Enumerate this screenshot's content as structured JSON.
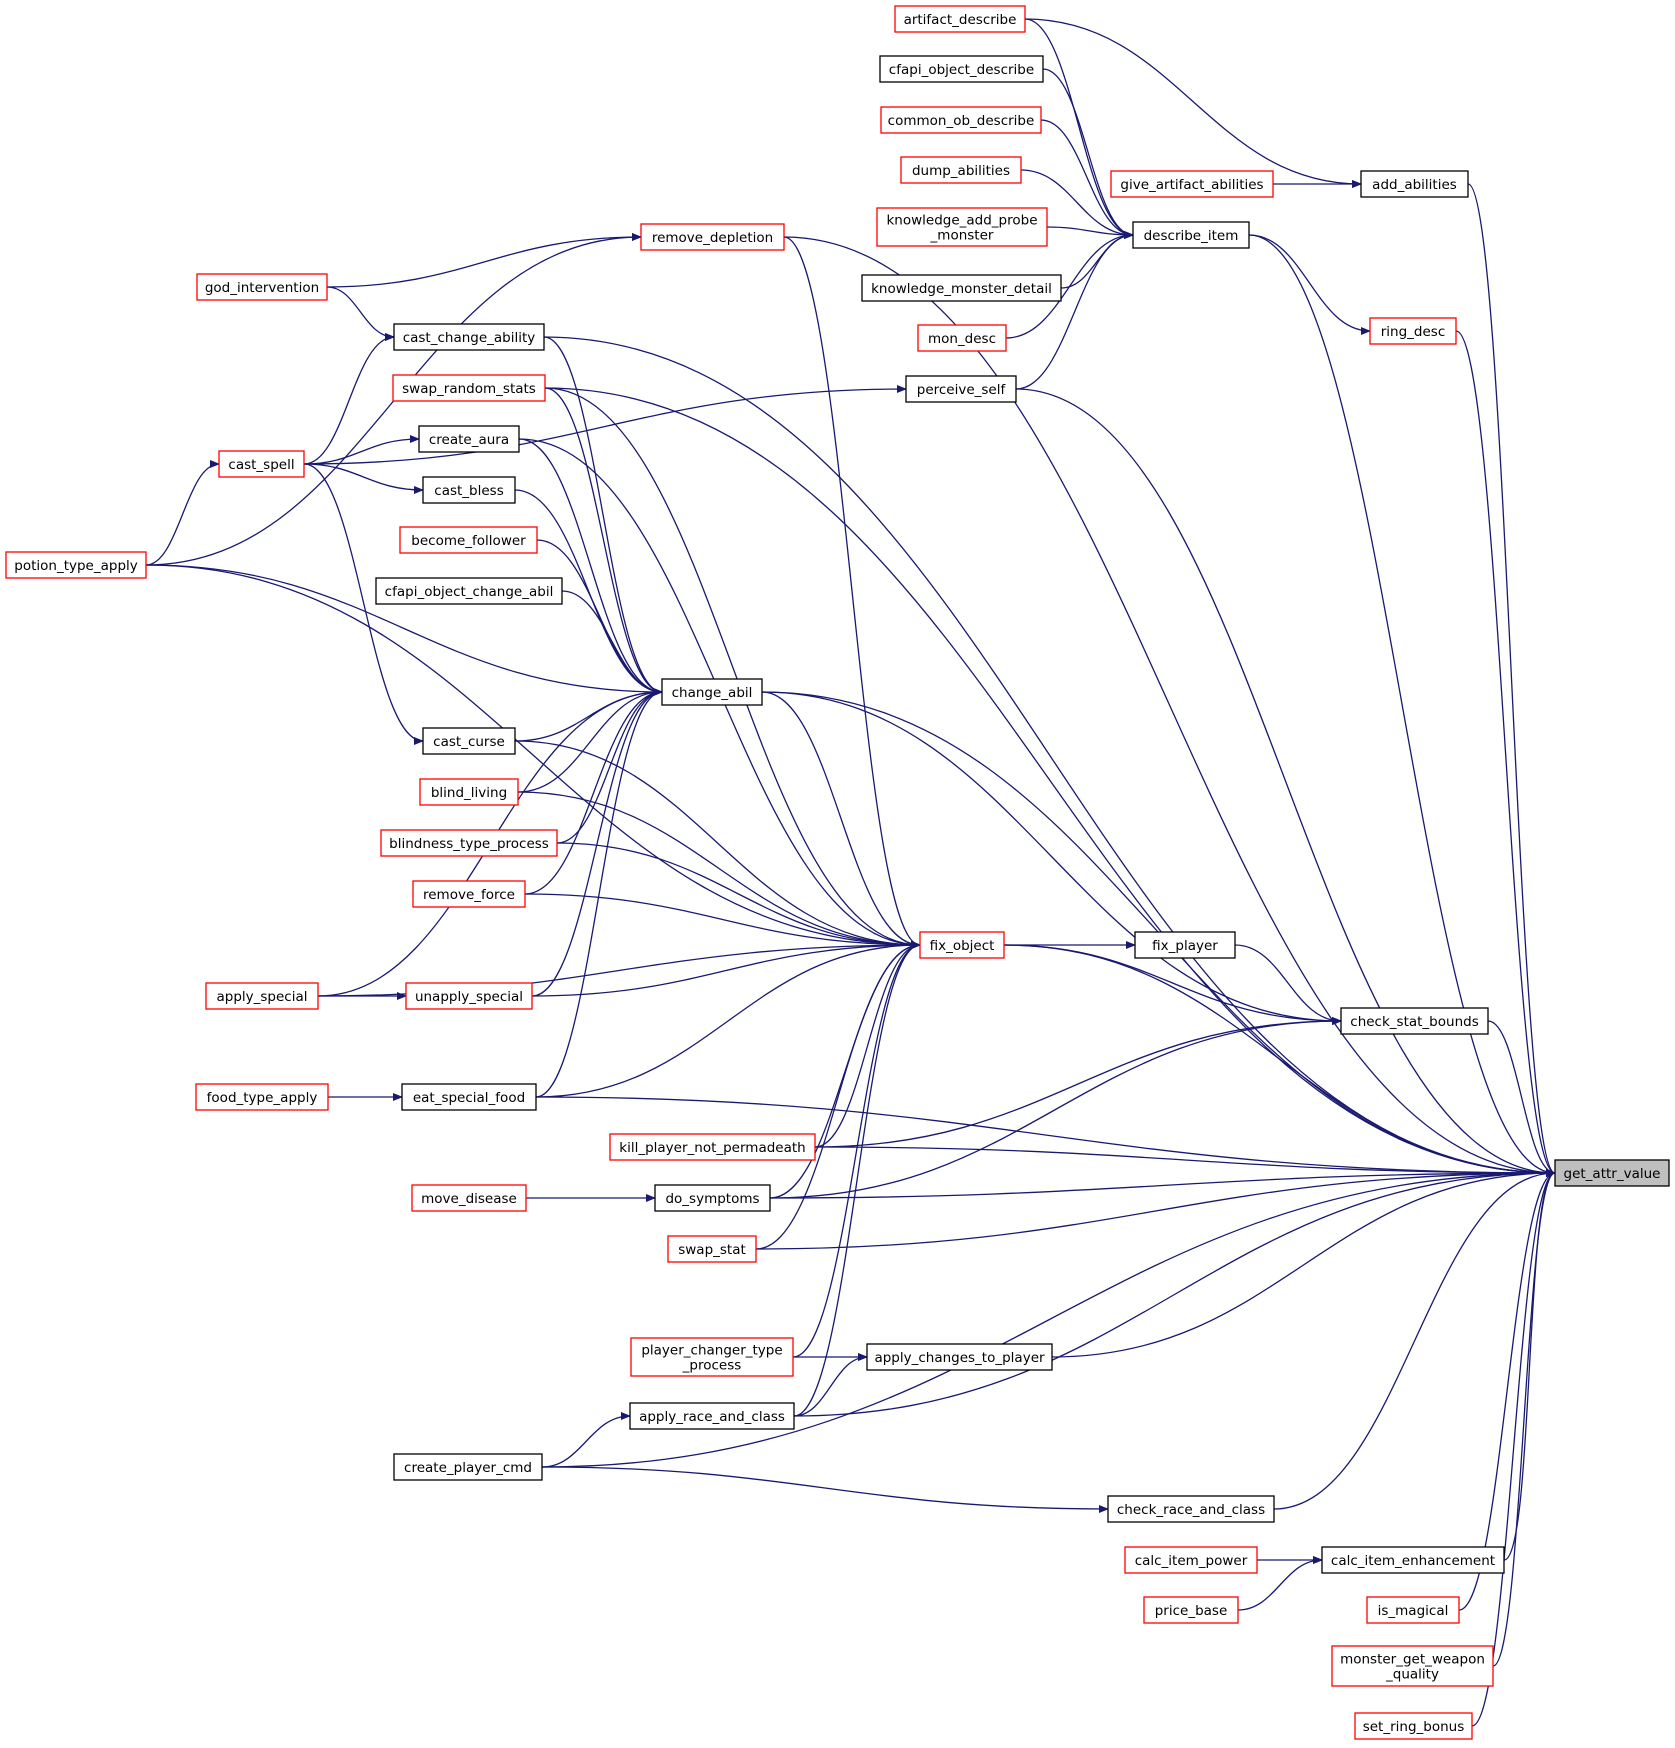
{
  "graph": {
    "focus": "get_attr_value",
    "edge_color": "#191970",
    "broken_node_color": "#ff0000",
    "focus_fill": "#bfbfbf",
    "nodes": [
      {
        "id": "artifact_describe",
        "label": [
          "artifact_describe"
        ],
        "style": "red"
      },
      {
        "id": "cfapi_object_describe",
        "label": [
          "cfapi_object_describe"
        ],
        "style": "black"
      },
      {
        "id": "common_ob_describe",
        "label": [
          "common_ob_describe"
        ],
        "style": "red"
      },
      {
        "id": "dump_abilities",
        "label": [
          "dump_abilities"
        ],
        "style": "red"
      },
      {
        "id": "knowledge_add_probe_monster",
        "label": [
          "knowledge_add_probe",
          "_monster"
        ],
        "style": "red"
      },
      {
        "id": "knowledge_monster_detail",
        "label": [
          "knowledge_monster_detail"
        ],
        "style": "black"
      },
      {
        "id": "mon_desc",
        "label": [
          "mon_desc"
        ],
        "style": "red"
      },
      {
        "id": "give_artifact_abilities",
        "label": [
          "give_artifact_abilities"
        ],
        "style": "red"
      },
      {
        "id": "add_abilities",
        "label": [
          "add_abilities"
        ],
        "style": "black"
      },
      {
        "id": "describe_item",
        "label": [
          "describe_item"
        ],
        "style": "black"
      },
      {
        "id": "ring_desc",
        "label": [
          "ring_desc"
        ],
        "style": "red"
      },
      {
        "id": "perceive_self",
        "label": [
          "perceive_self"
        ],
        "style": "black"
      },
      {
        "id": "remove_depletion",
        "label": [
          "remove_depletion"
        ],
        "style": "red"
      },
      {
        "id": "god_intervention",
        "label": [
          "god_intervention"
        ],
        "style": "red"
      },
      {
        "id": "cast_change_ability",
        "label": [
          "cast_change_ability"
        ],
        "style": "black"
      },
      {
        "id": "swap_random_stats",
        "label": [
          "swap_random_stats"
        ],
        "style": "red"
      },
      {
        "id": "cast_spell",
        "label": [
          "cast_spell"
        ],
        "style": "red"
      },
      {
        "id": "create_aura",
        "label": [
          "create_aura"
        ],
        "style": "black"
      },
      {
        "id": "cast_bless",
        "label": [
          "cast_bless"
        ],
        "style": "black"
      },
      {
        "id": "become_follower",
        "label": [
          "become_follower"
        ],
        "style": "red"
      },
      {
        "id": "potion_type_apply",
        "label": [
          "potion_type_apply"
        ],
        "style": "red"
      },
      {
        "id": "cfapi_object_change_abil",
        "label": [
          "cfapi_object_change_abil"
        ],
        "style": "black"
      },
      {
        "id": "change_abil",
        "label": [
          "change_abil"
        ],
        "style": "black"
      },
      {
        "id": "cast_curse",
        "label": [
          "cast_curse"
        ],
        "style": "black"
      },
      {
        "id": "blind_living",
        "label": [
          "blind_living"
        ],
        "style": "red"
      },
      {
        "id": "blindness_type_process",
        "label": [
          "blindness_type_process"
        ],
        "style": "red"
      },
      {
        "id": "remove_force",
        "label": [
          "remove_force"
        ],
        "style": "red"
      },
      {
        "id": "fix_object",
        "label": [
          "fix_object"
        ],
        "style": "red"
      },
      {
        "id": "fix_player",
        "label": [
          "fix_player"
        ],
        "style": "black"
      },
      {
        "id": "apply_special",
        "label": [
          "apply_special"
        ],
        "style": "red"
      },
      {
        "id": "unapply_special",
        "label": [
          "unapply_special"
        ],
        "style": "red"
      },
      {
        "id": "check_stat_bounds",
        "label": [
          "check_stat_bounds"
        ],
        "style": "black"
      },
      {
        "id": "food_type_apply",
        "label": [
          "food_type_apply"
        ],
        "style": "red"
      },
      {
        "id": "eat_special_food",
        "label": [
          "eat_special_food"
        ],
        "style": "black"
      },
      {
        "id": "kill_player_not_permadeath",
        "label": [
          "kill_player_not_permadeath"
        ],
        "style": "red"
      },
      {
        "id": "get_attr_value",
        "label": [
          "get_attr_value"
        ],
        "style": "focus"
      },
      {
        "id": "move_disease",
        "label": [
          "move_disease"
        ],
        "style": "red"
      },
      {
        "id": "do_symptoms",
        "label": [
          "do_symptoms"
        ],
        "style": "black"
      },
      {
        "id": "swap_stat",
        "label": [
          "swap_stat"
        ],
        "style": "red"
      },
      {
        "id": "player_changer_type_process",
        "label": [
          "player_changer_type",
          "_process"
        ],
        "style": "red"
      },
      {
        "id": "apply_changes_to_player",
        "label": [
          "apply_changes_to_player"
        ],
        "style": "black"
      },
      {
        "id": "apply_race_and_class",
        "label": [
          "apply_race_and_class"
        ],
        "style": "black"
      },
      {
        "id": "create_player_cmd",
        "label": [
          "create_player_cmd"
        ],
        "style": "black"
      },
      {
        "id": "check_race_and_class",
        "label": [
          "check_race_and_class"
        ],
        "style": "black"
      },
      {
        "id": "calc_item_power",
        "label": [
          "calc_item_power"
        ],
        "style": "red"
      },
      {
        "id": "calc_item_enhancement",
        "label": [
          "calc_item_enhancement"
        ],
        "style": "black"
      },
      {
        "id": "price_base",
        "label": [
          "price_base"
        ],
        "style": "red"
      },
      {
        "id": "is_magical",
        "label": [
          "is_magical"
        ],
        "style": "red"
      },
      {
        "id": "monster_get_weapon_quality",
        "label": [
          "monster_get_weapon",
          "_quality"
        ],
        "style": "red"
      },
      {
        "id": "set_ring_bonus",
        "label": [
          "set_ring_bonus"
        ],
        "style": "red"
      }
    ],
    "edges": [
      {
        "from": "artifact_describe",
        "to": "describe_item"
      },
      {
        "from": "cfapi_object_describe",
        "to": "describe_item"
      },
      {
        "from": "common_ob_describe",
        "to": "describe_item"
      },
      {
        "from": "dump_abilities",
        "to": "describe_item"
      },
      {
        "from": "knowledge_add_probe_monster",
        "to": "describe_item"
      },
      {
        "from": "knowledge_monster_detail",
        "to": "describe_item"
      },
      {
        "from": "mon_desc",
        "to": "describe_item"
      },
      {
        "from": "perceive_self",
        "to": "describe_item"
      },
      {
        "from": "artifact_describe",
        "to": "add_abilities"
      },
      {
        "from": "give_artifact_abilities",
        "to": "add_abilities"
      },
      {
        "from": "describe_item",
        "to": "ring_desc"
      },
      {
        "from": "add_abilities",
        "to": "get_attr_value"
      },
      {
        "from": "describe_item",
        "to": "get_attr_value"
      },
      {
        "from": "ring_desc",
        "to": "get_attr_value"
      },
      {
        "from": "perceive_self",
        "to": "get_attr_value"
      },
      {
        "from": "remove_depletion",
        "to": "get_attr_value"
      },
      {
        "from": "cast_change_ability",
        "to": "get_attr_value"
      },
      {
        "from": "swap_random_stats",
        "to": "get_attr_value"
      },
      {
        "from": "change_abil",
        "to": "get_attr_value"
      },
      {
        "from": "fix_object",
        "to": "get_attr_value"
      },
      {
        "from": "check_stat_bounds",
        "to": "get_attr_value"
      },
      {
        "from": "kill_player_not_permadeath",
        "to": "get_attr_value"
      },
      {
        "from": "do_symptoms",
        "to": "get_attr_value"
      },
      {
        "from": "swap_stat",
        "to": "get_attr_value"
      },
      {
        "from": "eat_special_food",
        "to": "get_attr_value"
      },
      {
        "from": "apply_changes_to_player",
        "to": "get_attr_value"
      },
      {
        "from": "apply_race_and_class",
        "to": "get_attr_value"
      },
      {
        "from": "create_player_cmd",
        "to": "get_attr_value"
      },
      {
        "from": "check_race_and_class",
        "to": "get_attr_value"
      },
      {
        "from": "calc_item_enhancement",
        "to": "get_attr_value"
      },
      {
        "from": "is_magical",
        "to": "get_attr_value"
      },
      {
        "from": "monster_get_weapon_quality",
        "to": "get_attr_value"
      },
      {
        "from": "set_ring_bonus",
        "to": "get_attr_value"
      },
      {
        "from": "god_intervention",
        "to": "remove_depletion"
      },
      {
        "from": "potion_type_apply",
        "to": "remove_depletion"
      },
      {
        "from": "remove_depletion",
        "to": "fix_object"
      },
      {
        "from": "god_intervention",
        "to": "cast_change_ability"
      },
      {
        "from": "cast_spell",
        "to": "cast_change_ability"
      },
      {
        "from": "cast_spell",
        "to": "perceive_self"
      },
      {
        "from": "cast_spell",
        "to": "create_aura"
      },
      {
        "from": "cast_spell",
        "to": "cast_bless"
      },
      {
        "from": "cast_spell",
        "to": "cast_curse"
      },
      {
        "from": "potion_type_apply",
        "to": "cast_spell"
      },
      {
        "from": "potion_type_apply",
        "to": "change_abil"
      },
      {
        "from": "potion_type_apply",
        "to": "fix_object"
      },
      {
        "from": "cast_change_ability",
        "to": "change_abil"
      },
      {
        "from": "swap_random_stats",
        "to": "change_abil"
      },
      {
        "from": "create_aura",
        "to": "change_abil"
      },
      {
        "from": "cast_bless",
        "to": "change_abil"
      },
      {
        "from": "become_follower",
        "to": "change_abil"
      },
      {
        "from": "cfapi_object_change_abil",
        "to": "change_abil"
      },
      {
        "from": "cast_curse",
        "to": "change_abil"
      },
      {
        "from": "blind_living",
        "to": "change_abil"
      },
      {
        "from": "blindness_type_process",
        "to": "change_abil"
      },
      {
        "from": "remove_force",
        "to": "change_abil"
      },
      {
        "from": "unapply_special",
        "to": "change_abil"
      },
      {
        "from": "eat_special_food",
        "to": "change_abil"
      },
      {
        "from": "apply_special",
        "to": "change_abil"
      },
      {
        "from": "swap_random_stats",
        "to": "fix_object"
      },
      {
        "from": "create_aura",
        "to": "fix_object"
      },
      {
        "from": "change_abil",
        "to": "fix_object"
      },
      {
        "from": "cast_curse",
        "to": "fix_object"
      },
      {
        "from": "blind_living",
        "to": "fix_object"
      },
      {
        "from": "blindness_type_process",
        "to": "fix_object"
      },
      {
        "from": "remove_force",
        "to": "fix_object"
      },
      {
        "from": "unapply_special",
        "to": "fix_object"
      },
      {
        "from": "apply_special",
        "to": "fix_object"
      },
      {
        "from": "eat_special_food",
        "to": "fix_object"
      },
      {
        "from": "kill_player_not_permadeath",
        "to": "fix_object"
      },
      {
        "from": "do_symptoms",
        "to": "fix_object"
      },
      {
        "from": "swap_stat",
        "to": "fix_object"
      },
      {
        "from": "player_changer_type_process",
        "to": "fix_object"
      },
      {
        "from": "apply_race_and_class",
        "to": "fix_object"
      },
      {
        "from": "fix_object",
        "to": "fix_player"
      },
      {
        "from": "fix_object",
        "to": "check_stat_bounds"
      },
      {
        "from": "fix_player",
        "to": "check_stat_bounds"
      },
      {
        "from": "change_abil",
        "to": "check_stat_bounds"
      },
      {
        "from": "kill_player_not_permadeath",
        "to": "check_stat_bounds"
      },
      {
        "from": "do_symptoms",
        "to": "check_stat_bounds"
      },
      {
        "from": "apply_special",
        "to": "unapply_special"
      },
      {
        "from": "food_type_apply",
        "to": "eat_special_food"
      },
      {
        "from": "move_disease",
        "to": "do_symptoms"
      },
      {
        "from": "player_changer_type_process",
        "to": "apply_changes_to_player"
      },
      {
        "from": "apply_race_and_class",
        "to": "apply_changes_to_player"
      },
      {
        "from": "create_player_cmd",
        "to": "apply_race_and_class"
      },
      {
        "from": "create_player_cmd",
        "to": "check_race_and_class"
      },
      {
        "from": "calc_item_power",
        "to": "calc_item_enhancement"
      },
      {
        "from": "price_base",
        "to": "calc_item_enhancement"
      }
    ]
  }
}
